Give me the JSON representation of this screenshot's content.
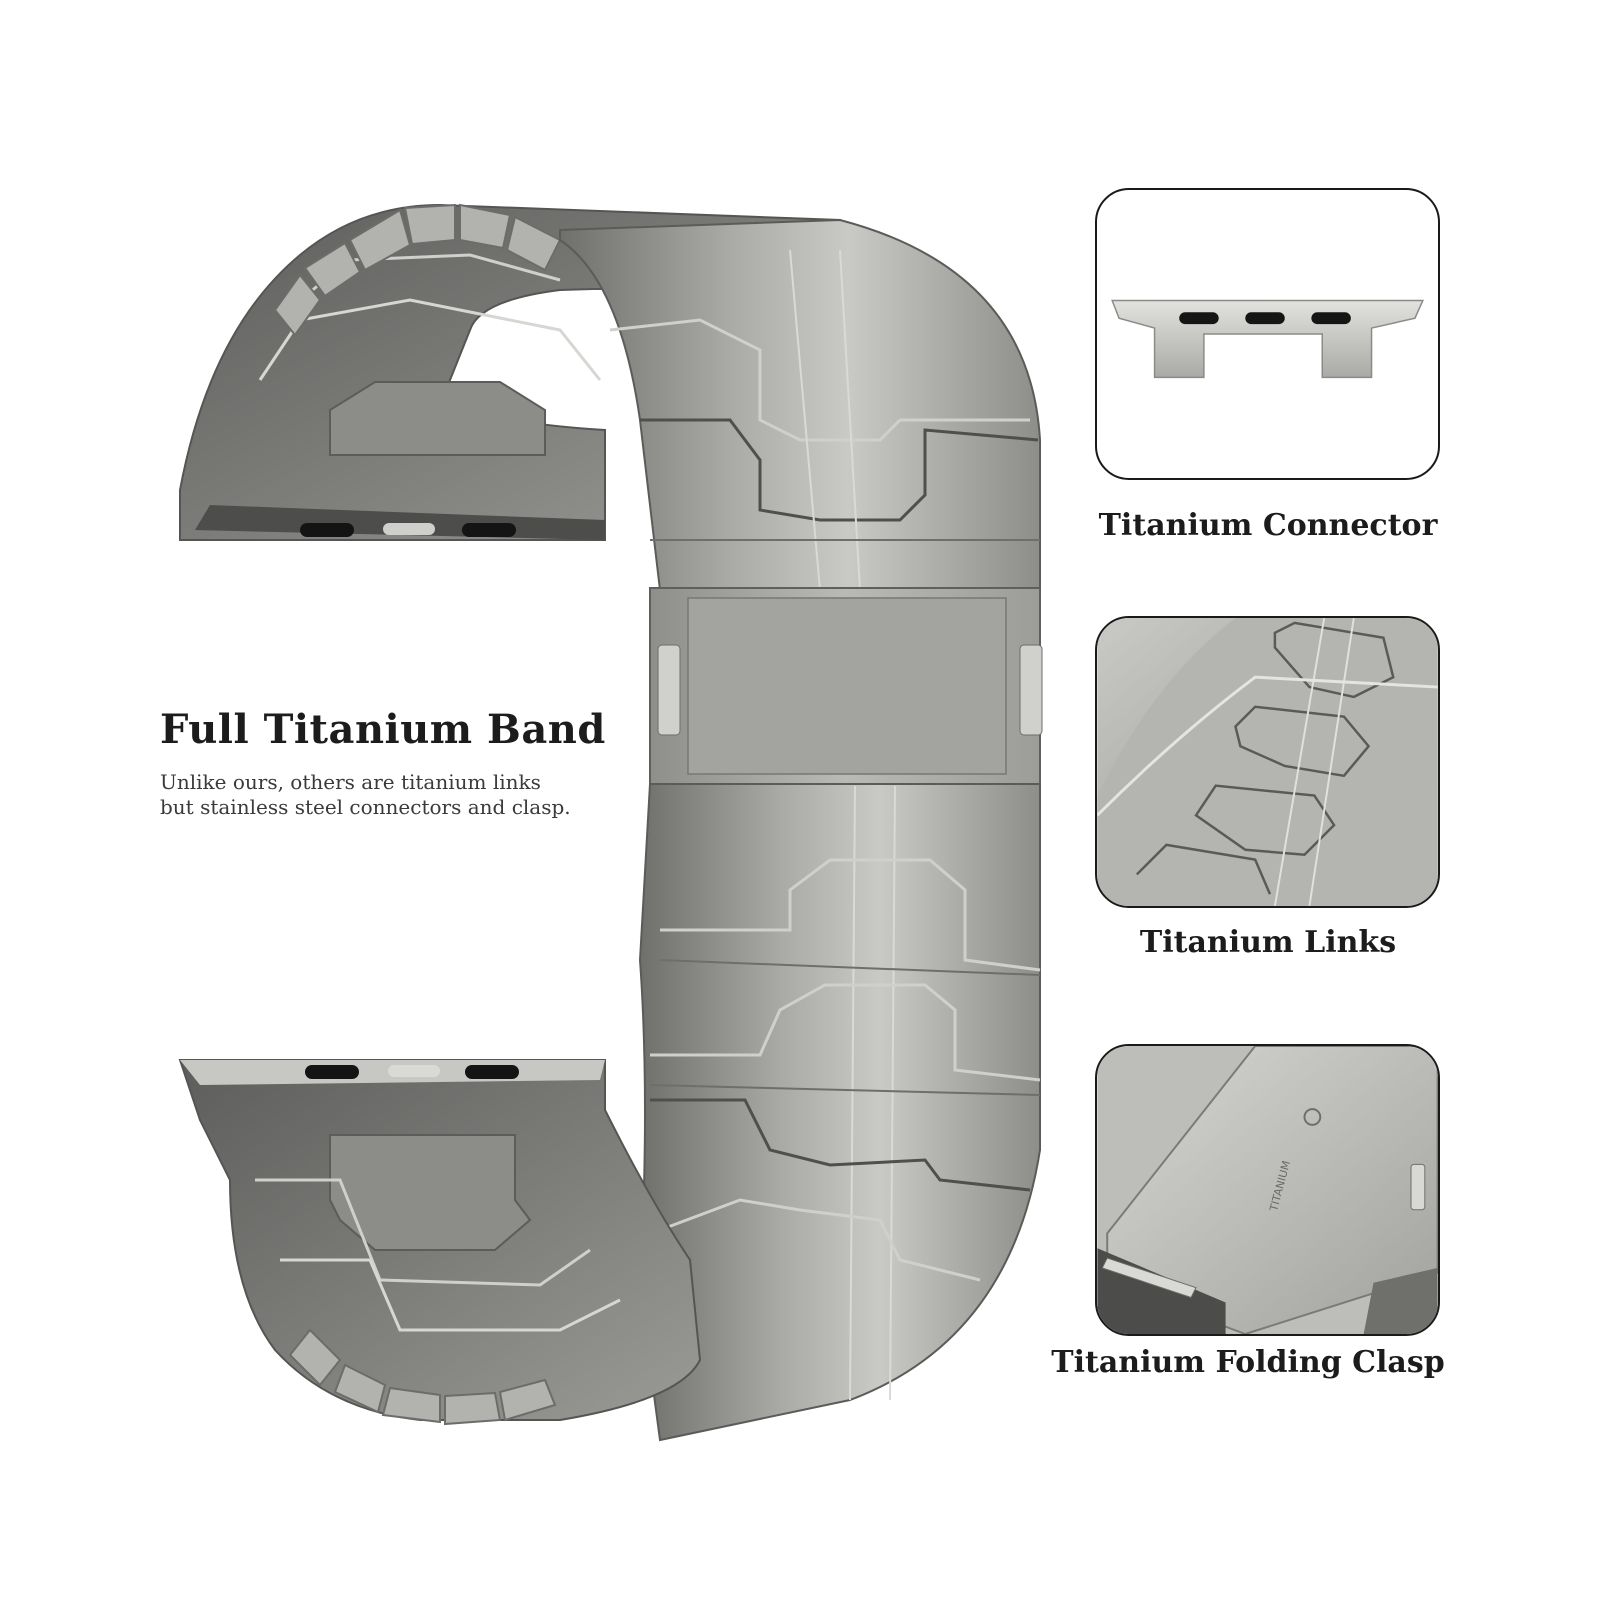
{
  "hero": {
    "title": "Full Titanium Band",
    "description_lines": [
      "Unlike ours, others are titanium links",
      "but stainless steel connectors and clasp."
    ]
  },
  "features": [
    {
      "caption": "Titanium Connector",
      "icon": "connector-closeup"
    },
    {
      "caption": "Titanium Links",
      "icon": "links-closeup"
    },
    {
      "caption": "Titanium Folding Clasp",
      "icon": "clasp-closeup",
      "engraving": "TITANIUM"
    }
  ],
  "colors": {
    "titanium_light": "#c4c4c1",
    "titanium_mid": "#9e9e9b",
    "titanium_dark": "#6a6a68",
    "pin_hole": "#1a1a1a"
  }
}
